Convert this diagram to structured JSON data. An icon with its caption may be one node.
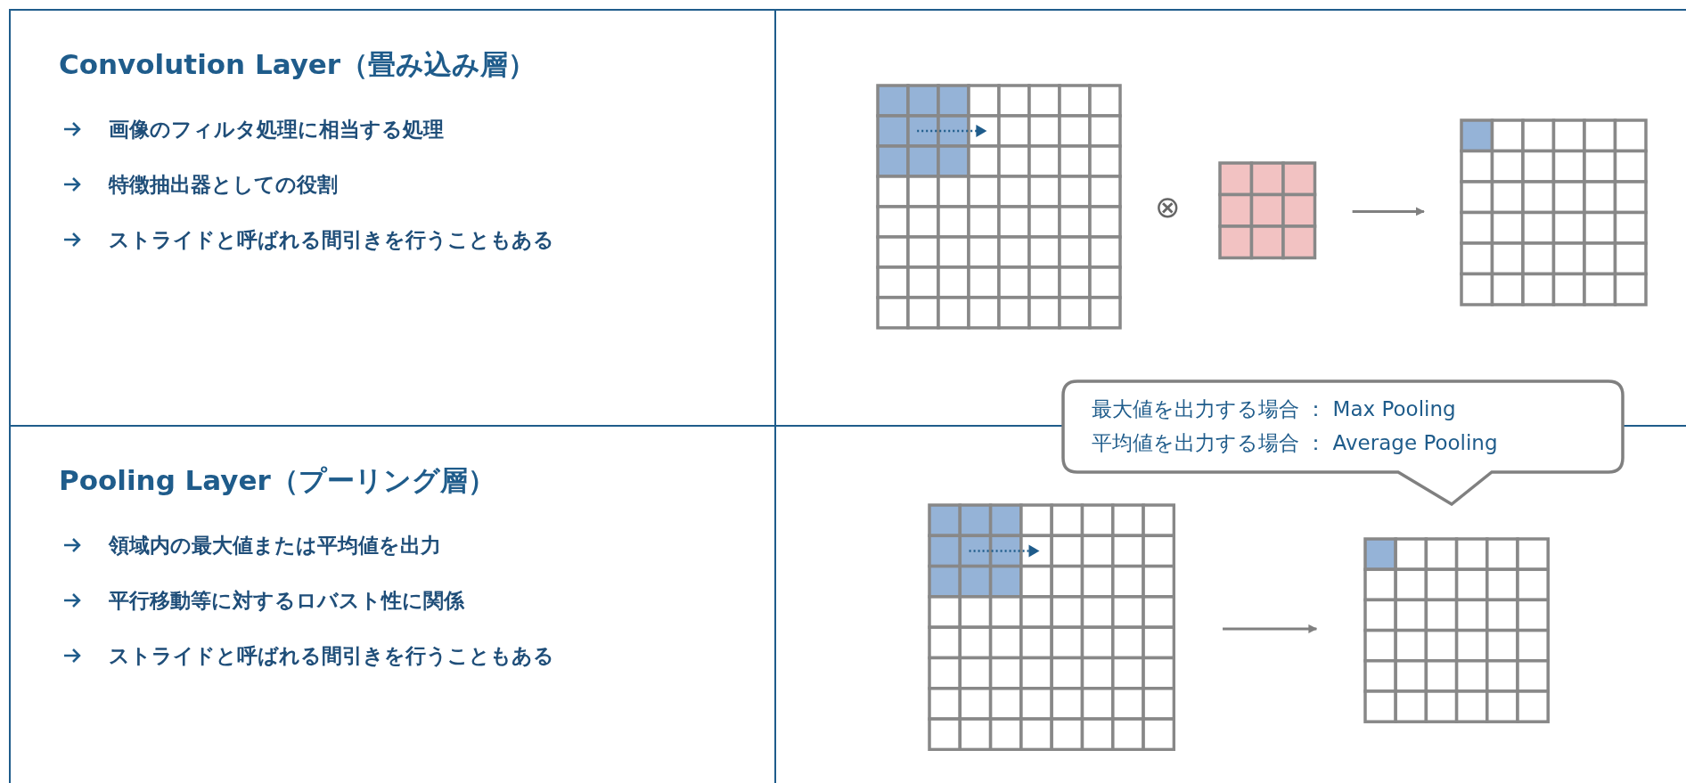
{
  "diagram": {
    "nodes": [
      {
        "text": [
          "Convolution Layer（畳み込み層）",
          "画像のフィルタ処理に相当する処理",
          "特徴抽出器としての役割",
          "ストライドと呼ばれる間引きを行うこともある"
        ]
      },
      {
        "text": [],
        "shape": "box"
      },
      {
        "text": [],
        "shape": "grid",
        "in": 1
      },
      {
        "text": [],
        "shape": "grid",
        "in": 1
      },
      {
        "text": [],
        "shape": "grid",
        "in": 1
      },
      {
        "text": [
          "Pooling Layer（プーリング層）",
          "領域内の最大値または平均値を出力",
          "平行移動等に対するロバスト性に関係",
          "ストライドと呼ばれる間引きを行うこともある"
        ]
      },
      {
        "text": [
          "最大値を出力する場合 ： Max Pooling",
          "平均値を出力する場合 ： Average Pooling"
        ]
      },
      {
        "text": [],
        "shape": "box"
      },
      {
        "text": [],
        "shape": "grid",
        "in": 7
      },
      {
        "text": [],
        "shape": "grid",
        "in": 7
      }
    ],
    "edges": [
      {
        "from": 3,
        "to": 4,
        "arrow": "to"
      },
      {
        "from": 8,
        "to": 9,
        "arrow": "to"
      }
    ],
    "labels": [
      "⊗"
    ]
  }
}
